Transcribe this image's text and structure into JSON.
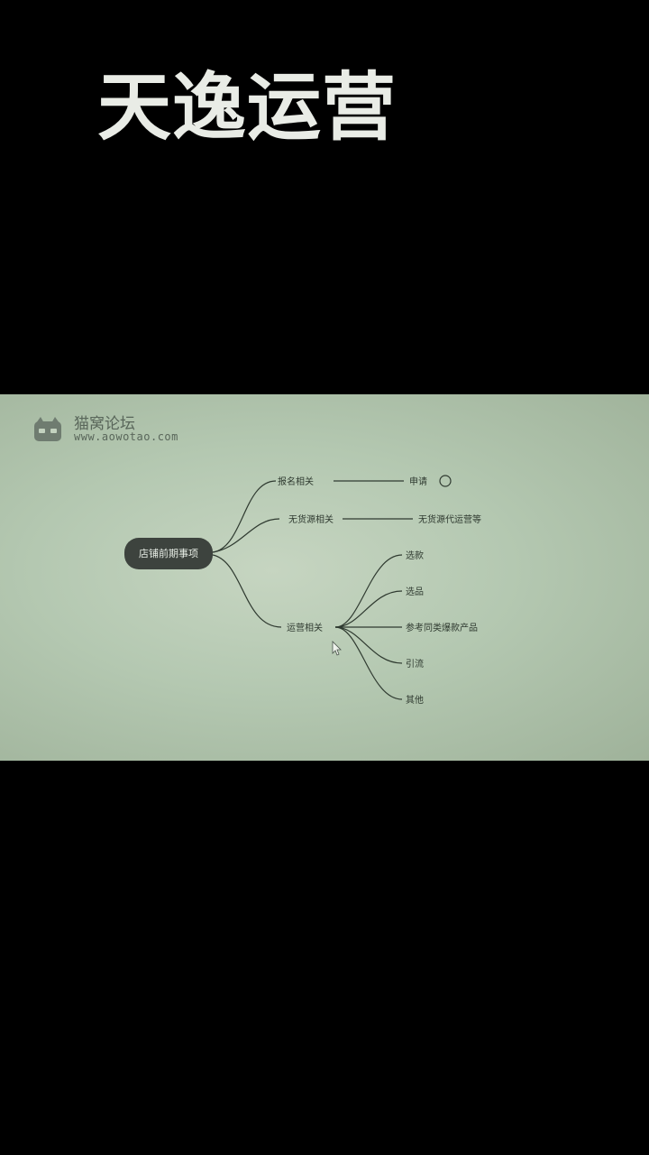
{
  "channel": {
    "title": "天逸运营"
  },
  "video": {
    "watermark": {
      "logo_icon": "cat-face-icon",
      "name": "猫窝论坛",
      "url": "www.aowotao.com"
    },
    "mindmap": {
      "root": "店铺前期事项",
      "branches": [
        {
          "label": "报名相关",
          "children": [
            "申请"
          ]
        },
        {
          "label": "无货源相关",
          "children": [
            "无货源代运营等"
          ]
        },
        {
          "label": "运营相关",
          "children": [
            "选款",
            "选品",
            "参考同类爆款产品",
            "引流",
            "其他"
          ]
        }
      ]
    },
    "cursor_icon": "mouse-pointer-icon"
  }
}
